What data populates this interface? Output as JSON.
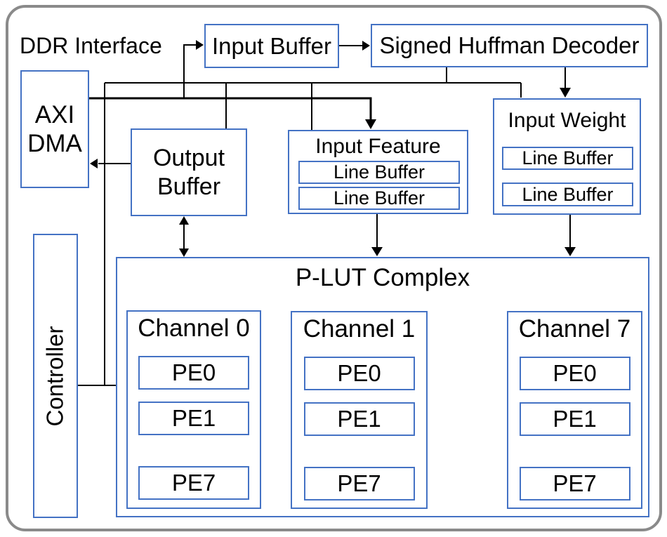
{
  "frame": {
    "label": "DDR Interface"
  },
  "colors": {
    "box_border": "#4472C4",
    "wire": "#000000",
    "frame_border": "#8A8A8A",
    "background": "#FFFFFF",
    "text": "#000000"
  },
  "blocks": {
    "axi_dma": {
      "line1": "AXI",
      "line2": "DMA"
    },
    "input_buffer": {
      "label": "Input Buffer"
    },
    "huffman_decoder": {
      "label": "Signed Huffman Decoder"
    },
    "output_buffer": {
      "line1": "Output",
      "line2": "Buffer"
    },
    "input_feature": {
      "title": "Input Feature",
      "line_buffers": [
        "Line Buffer",
        "Line Buffer"
      ]
    },
    "input_weight": {
      "title": "Input Weight",
      "line_buffers": [
        "Line Buffer",
        "Line Buffer"
      ]
    },
    "controller": {
      "label": "Controller"
    },
    "plut": {
      "title": "P-LUT Complex",
      "channels": [
        {
          "title": "Channel 0",
          "pes": [
            "PE0",
            "PE1",
            "PE7"
          ]
        },
        {
          "title": "Channel 1",
          "pes": [
            "PE0",
            "PE1",
            "PE7"
          ]
        },
        {
          "title": "Channel 7",
          "pes": [
            "PE0",
            "PE1",
            "PE7"
          ]
        }
      ]
    }
  }
}
